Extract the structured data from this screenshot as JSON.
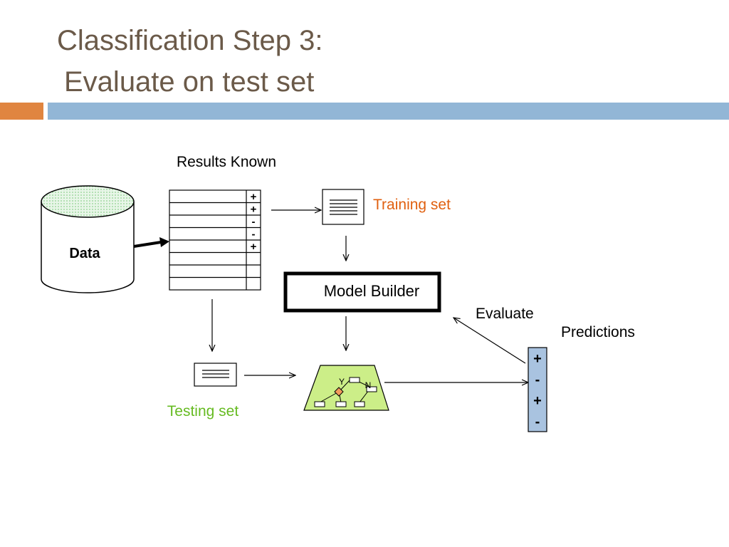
{
  "slide": {
    "title_line1": "Classification Step 3:",
    "title_line2": "Evaluate on test set",
    "accent_colors": {
      "title": "#6b5a49",
      "bar_orange": "#e08540",
      "bar_blue": "#92b6d6"
    }
  },
  "diagram": {
    "data_label": "Data",
    "results_known_label": "Results Known",
    "results_labels": [
      "+",
      "+",
      "-",
      "-",
      "+",
      "",
      "",
      ""
    ],
    "training_set_label": "Training set",
    "model_builder_label": "Model Builder",
    "evaluate_label": "Evaluate",
    "predictions_label": "Predictions",
    "testing_set_label": "Testing set",
    "tree_labels": {
      "yes": "Y",
      "no": "N"
    },
    "prediction_values": [
      "+",
      "-",
      "+",
      "-"
    ],
    "colors": {
      "training_set": "#e06010",
      "testing_set": "#66bb22",
      "tree_fill": "#ccee88",
      "tree_node": "#f39a5c",
      "predictions_fill": "#a9c3e0",
      "data_top": "#bfe7bf"
    }
  }
}
